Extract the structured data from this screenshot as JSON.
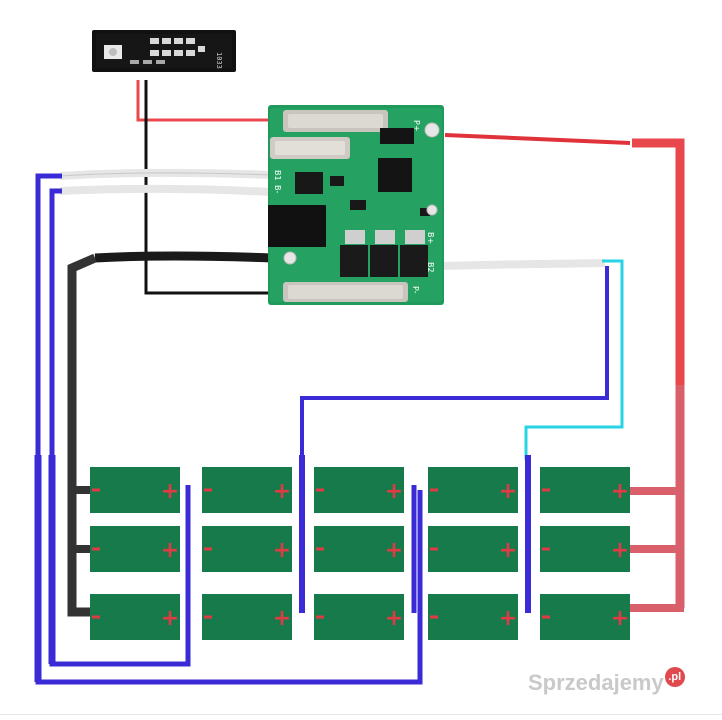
{
  "colors": {
    "wire_red": "#e8474c",
    "wire_red_soft": "#e06a70",
    "wire_black": "#111111",
    "wire_dark_gray": "#333333",
    "wire_blue": "#3b2bd6",
    "wire_cyan": "#27d4e6",
    "cell_green": "#167a4b",
    "cell_plus": "#e13a45",
    "pcb_green": "#1f9a5a"
  },
  "indicator_board": {
    "label": "1033"
  },
  "bms_board": {
    "labels": [
      "P+",
      "B-",
      "B1",
      "B2",
      "B+",
      "P-"
    ]
  },
  "cells": {
    "rows": 3,
    "cols": 5,
    "plus_symbol": "+"
  },
  "watermark": {
    "text": "Sprzedajemy",
    "suffix": ".pl"
  }
}
